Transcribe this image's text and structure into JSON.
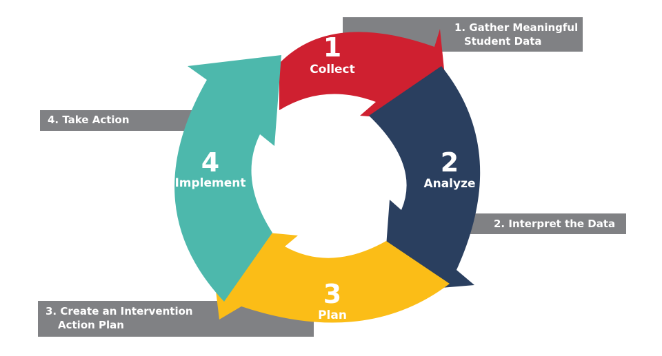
{
  "stages": [
    {
      "number": "1",
      "label": "Collect",
      "color": "#cf2030"
    },
    {
      "number": "2",
      "label": "Analyze",
      "color": "#2a3f5f"
    },
    {
      "number": "3",
      "label": "Plan",
      "color": "#fbbd17"
    },
    {
      "number": "4",
      "label": "Implement",
      "color": "#4db8ac"
    }
  ],
  "callouts": {
    "collect": {
      "line1": "1. Gather Meaningful",
      "line2": "Student Data"
    },
    "analyze": {
      "line1": "2. Interpret the Data"
    },
    "plan": {
      "line1": "3. Create an Intervention",
      "line2": "Action Plan"
    },
    "implement": {
      "line1": "4. Take Action"
    }
  },
  "callout_color": "#808184"
}
